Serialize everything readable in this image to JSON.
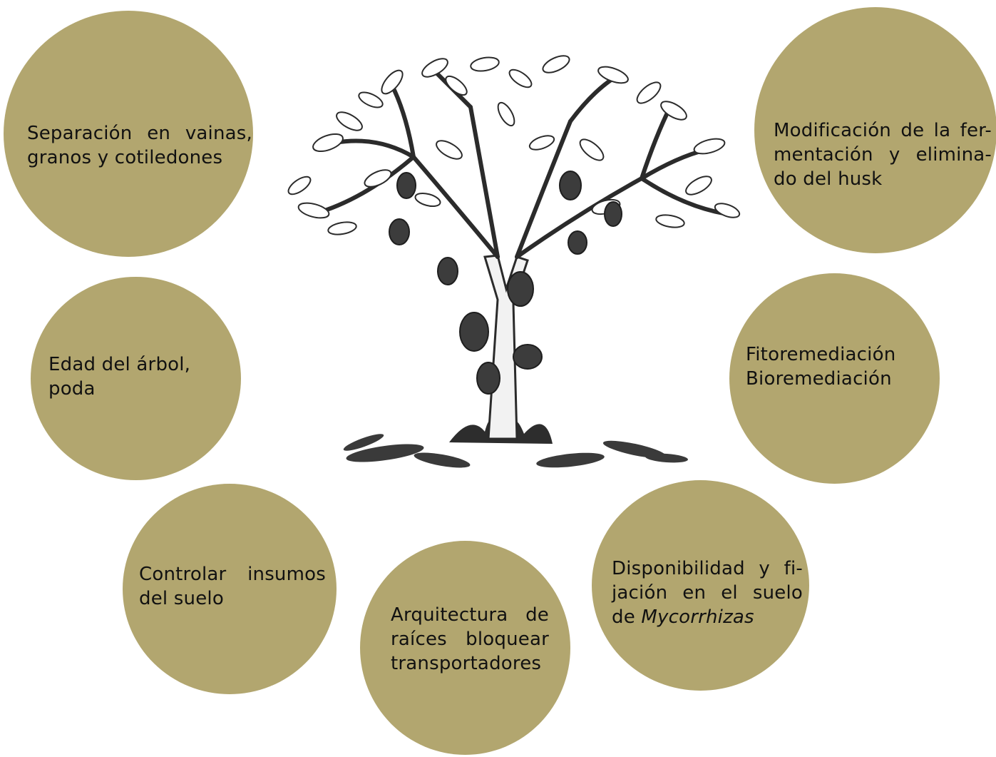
{
  "factors": [
    {
      "id": "separacion",
      "text": "Separación en vainas, granos y cotiledones"
    },
    {
      "id": "fermentacion",
      "text": "Modificación de la fer-mentación y elimina-do del husk"
    },
    {
      "id": "edad",
      "text": "Edad del árbol, poda"
    },
    {
      "id": "remediacion_1",
      "text": "Fitoremediación"
    },
    {
      "id": "remediacion_2",
      "text": "Bioremediación"
    },
    {
      "id": "insumos",
      "text": "Controlar insumos del suelo"
    },
    {
      "id": "raices",
      "text": "Arquitectura de raíces bloquear transportadores"
    },
    {
      "id": "mycorrhizas_prefix",
      "text": "Disponibilidad y fi-jación en el suelo de"
    },
    {
      "id": "mycorrhizas_italic",
      "text": "Mycorrhizas"
    }
  ],
  "colors": {
    "bubble_fill": "#b2a66f",
    "text": "#111111",
    "tree_ink": "#2b2b2b"
  },
  "illustration": "cacao-tree"
}
